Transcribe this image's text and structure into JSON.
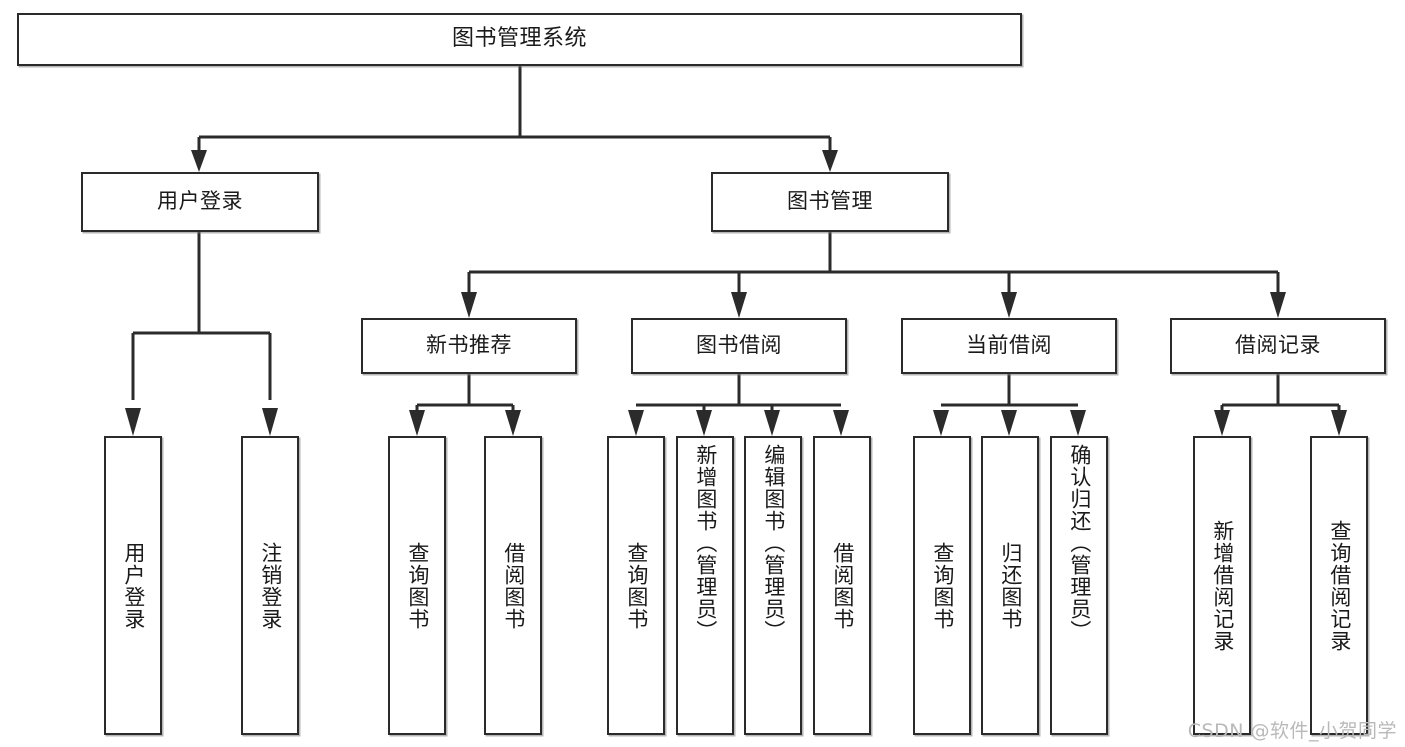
{
  "diagram": {
    "type": "tree-hierarchy",
    "title": "图书管理系统",
    "watermark": "CSDN @软件_小贺同学",
    "accent_color": "#2b2b2b",
    "background_color": "#ffffff",
    "root": {
      "label": "图书管理系统"
    },
    "level2": [
      {
        "label": "用户登录"
      },
      {
        "label": "图书管理"
      }
    ],
    "level3": [
      {
        "label": "新书推荐"
      },
      {
        "label": "图书借阅"
      },
      {
        "label": "当前借阅"
      },
      {
        "label": "借阅记录"
      }
    ],
    "leaves": {
      "user_login": [
        {
          "label": "用户登录"
        },
        {
          "label": "注销登录"
        }
      ],
      "new_book_recommend": [
        {
          "label": "查询图书"
        },
        {
          "label": "借阅图书"
        }
      ],
      "book_borrow": [
        {
          "label": "查询图书"
        },
        {
          "label": "新增图书（管理员）"
        },
        {
          "label": "编辑图书（管理员）"
        },
        {
          "label": "借阅图书"
        }
      ],
      "current_borrow": [
        {
          "label": "查询图书"
        },
        {
          "label": "归还图书"
        },
        {
          "label": "确认归还（管理员）"
        }
      ],
      "borrow_records": [
        {
          "label": "新增借阅记录"
        },
        {
          "label": "查询借阅记录"
        }
      ]
    }
  }
}
